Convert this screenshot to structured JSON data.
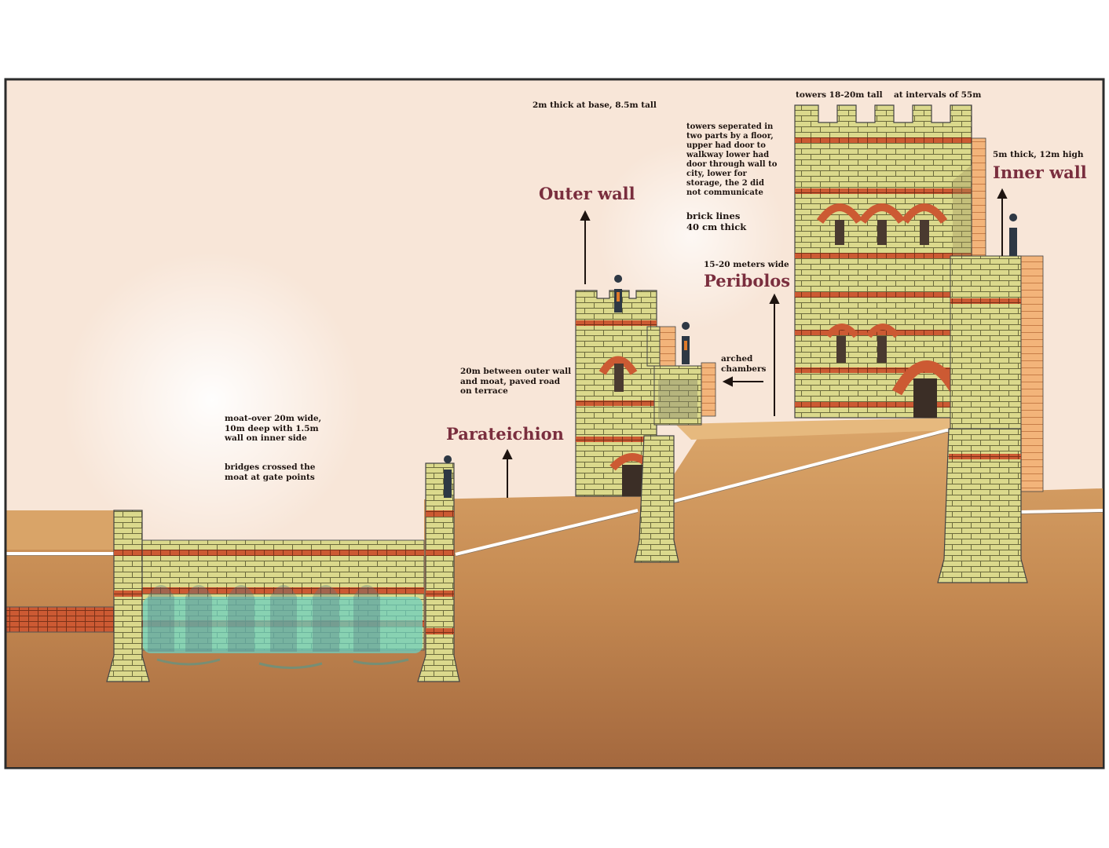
{
  "headings": {
    "outer_wall": "Outer wall",
    "inner_wall": "Inner wall",
    "peribolos": "Peribolos",
    "parateichion": "Parateichion"
  },
  "notes": {
    "outer_wall_dims": "2m thick at base, 8.5m tall",
    "tower_height": "towers 18-20m tall",
    "tower_interval": "at intervals of 55m",
    "inner_wall_dims": "5m thick, 12m high",
    "tower_floors": "towers seperated in\ntwo parts by a floor,\nupper had door to\nwalkway lower had\ndoor through wall to\ncity, lower for\nstorage, the 2 did\nnot communicate",
    "brick_lines": "brick lines\n40 cm thick",
    "peribolos_width": "15-20 meters wide",
    "arched_chambers": "arched\nchambers",
    "parateichion_desc": "20m between outer wall\nand moat, paved road\non terrace",
    "moat_desc": "moat-over 20m wide,\n10m deep with 1.5m\nwall on inner side",
    "bridges": "bridges crossed the\nmoat at gate points"
  },
  "colors": {
    "sky": "#f8e6d8",
    "ground_light": "#d9a468",
    "ground_dark": "#a4683e",
    "brick_face": "#dbd98c",
    "brick_band": "#cc5a33",
    "water": "#6ccfbf",
    "heading": "#7a2e3e",
    "frame": "#333333"
  }
}
